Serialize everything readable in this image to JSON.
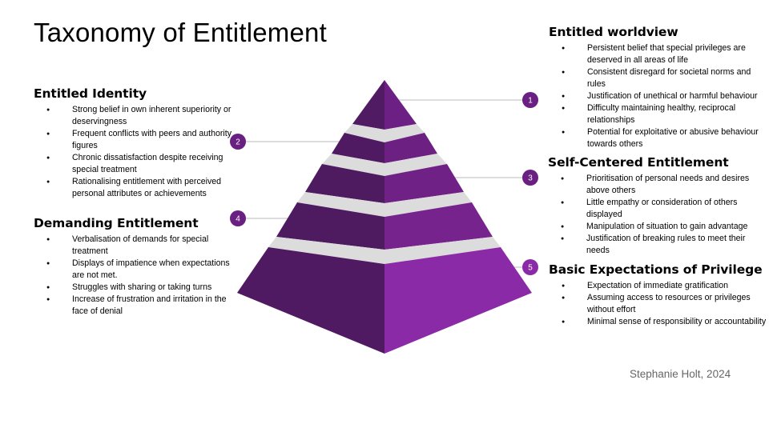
{
  "title": "Taxonomy of Entitlement",
  "credit": "Stephanie Holt, 2024",
  "colors": {
    "purple_dark": "#4d1a5d",
    "purple_mid": "#6a1f82",
    "purple_light": "#8a2aa6",
    "connector": "#bbbbbb",
    "gap": "#d8d8d8"
  },
  "badges": [
    "1",
    "2",
    "3",
    "4",
    "5"
  ],
  "blocks": {
    "identity": {
      "heading": "Entitled Identity",
      "items": [
        "Strong belief in own inherent superiority or deservingness",
        "Frequent conflicts with peers and authority figures",
        "Chronic dissatisfaction despite receiving special treatment",
        "Rationalising entitlement with perceived personal attributes or achievements"
      ]
    },
    "demanding": {
      "heading": "Demanding Entitlement",
      "items": [
        "Verbalisation of demands for special treatment",
        "Displays of impatience when expectations are not met.",
        "Struggles with sharing or taking turns",
        "Increase of frustration and irritation in the face of denial"
      ]
    },
    "worldview": {
      "heading": "Entitled worldview",
      "items": [
        "Persistent belief that special privileges are deserved in all areas of life",
        "Consistent disregard for societal norms and rules",
        "Justification of unethical or harmful behaviour",
        "Difficulty maintaining healthy, reciprocal relationships",
        "Potential for exploitative or abusive behaviour towards others"
      ]
    },
    "selfcentered": {
      "heading": "Self-Centered Entitlement",
      "items": [
        "Prioritisation of personal needs and desires above others",
        "Little empathy or consideration of others displayed",
        "Manipulation of situation to gain advantage",
        "Justification of breaking rules to meet their needs"
      ]
    },
    "basic": {
      "heading": "Basic Expectations of Privilege",
      "items": [
        "Expectation of immediate gratification",
        "Assuming access to resources or privileges without effort",
        "Minimal sense of responsibility or accountability"
      ]
    }
  }
}
